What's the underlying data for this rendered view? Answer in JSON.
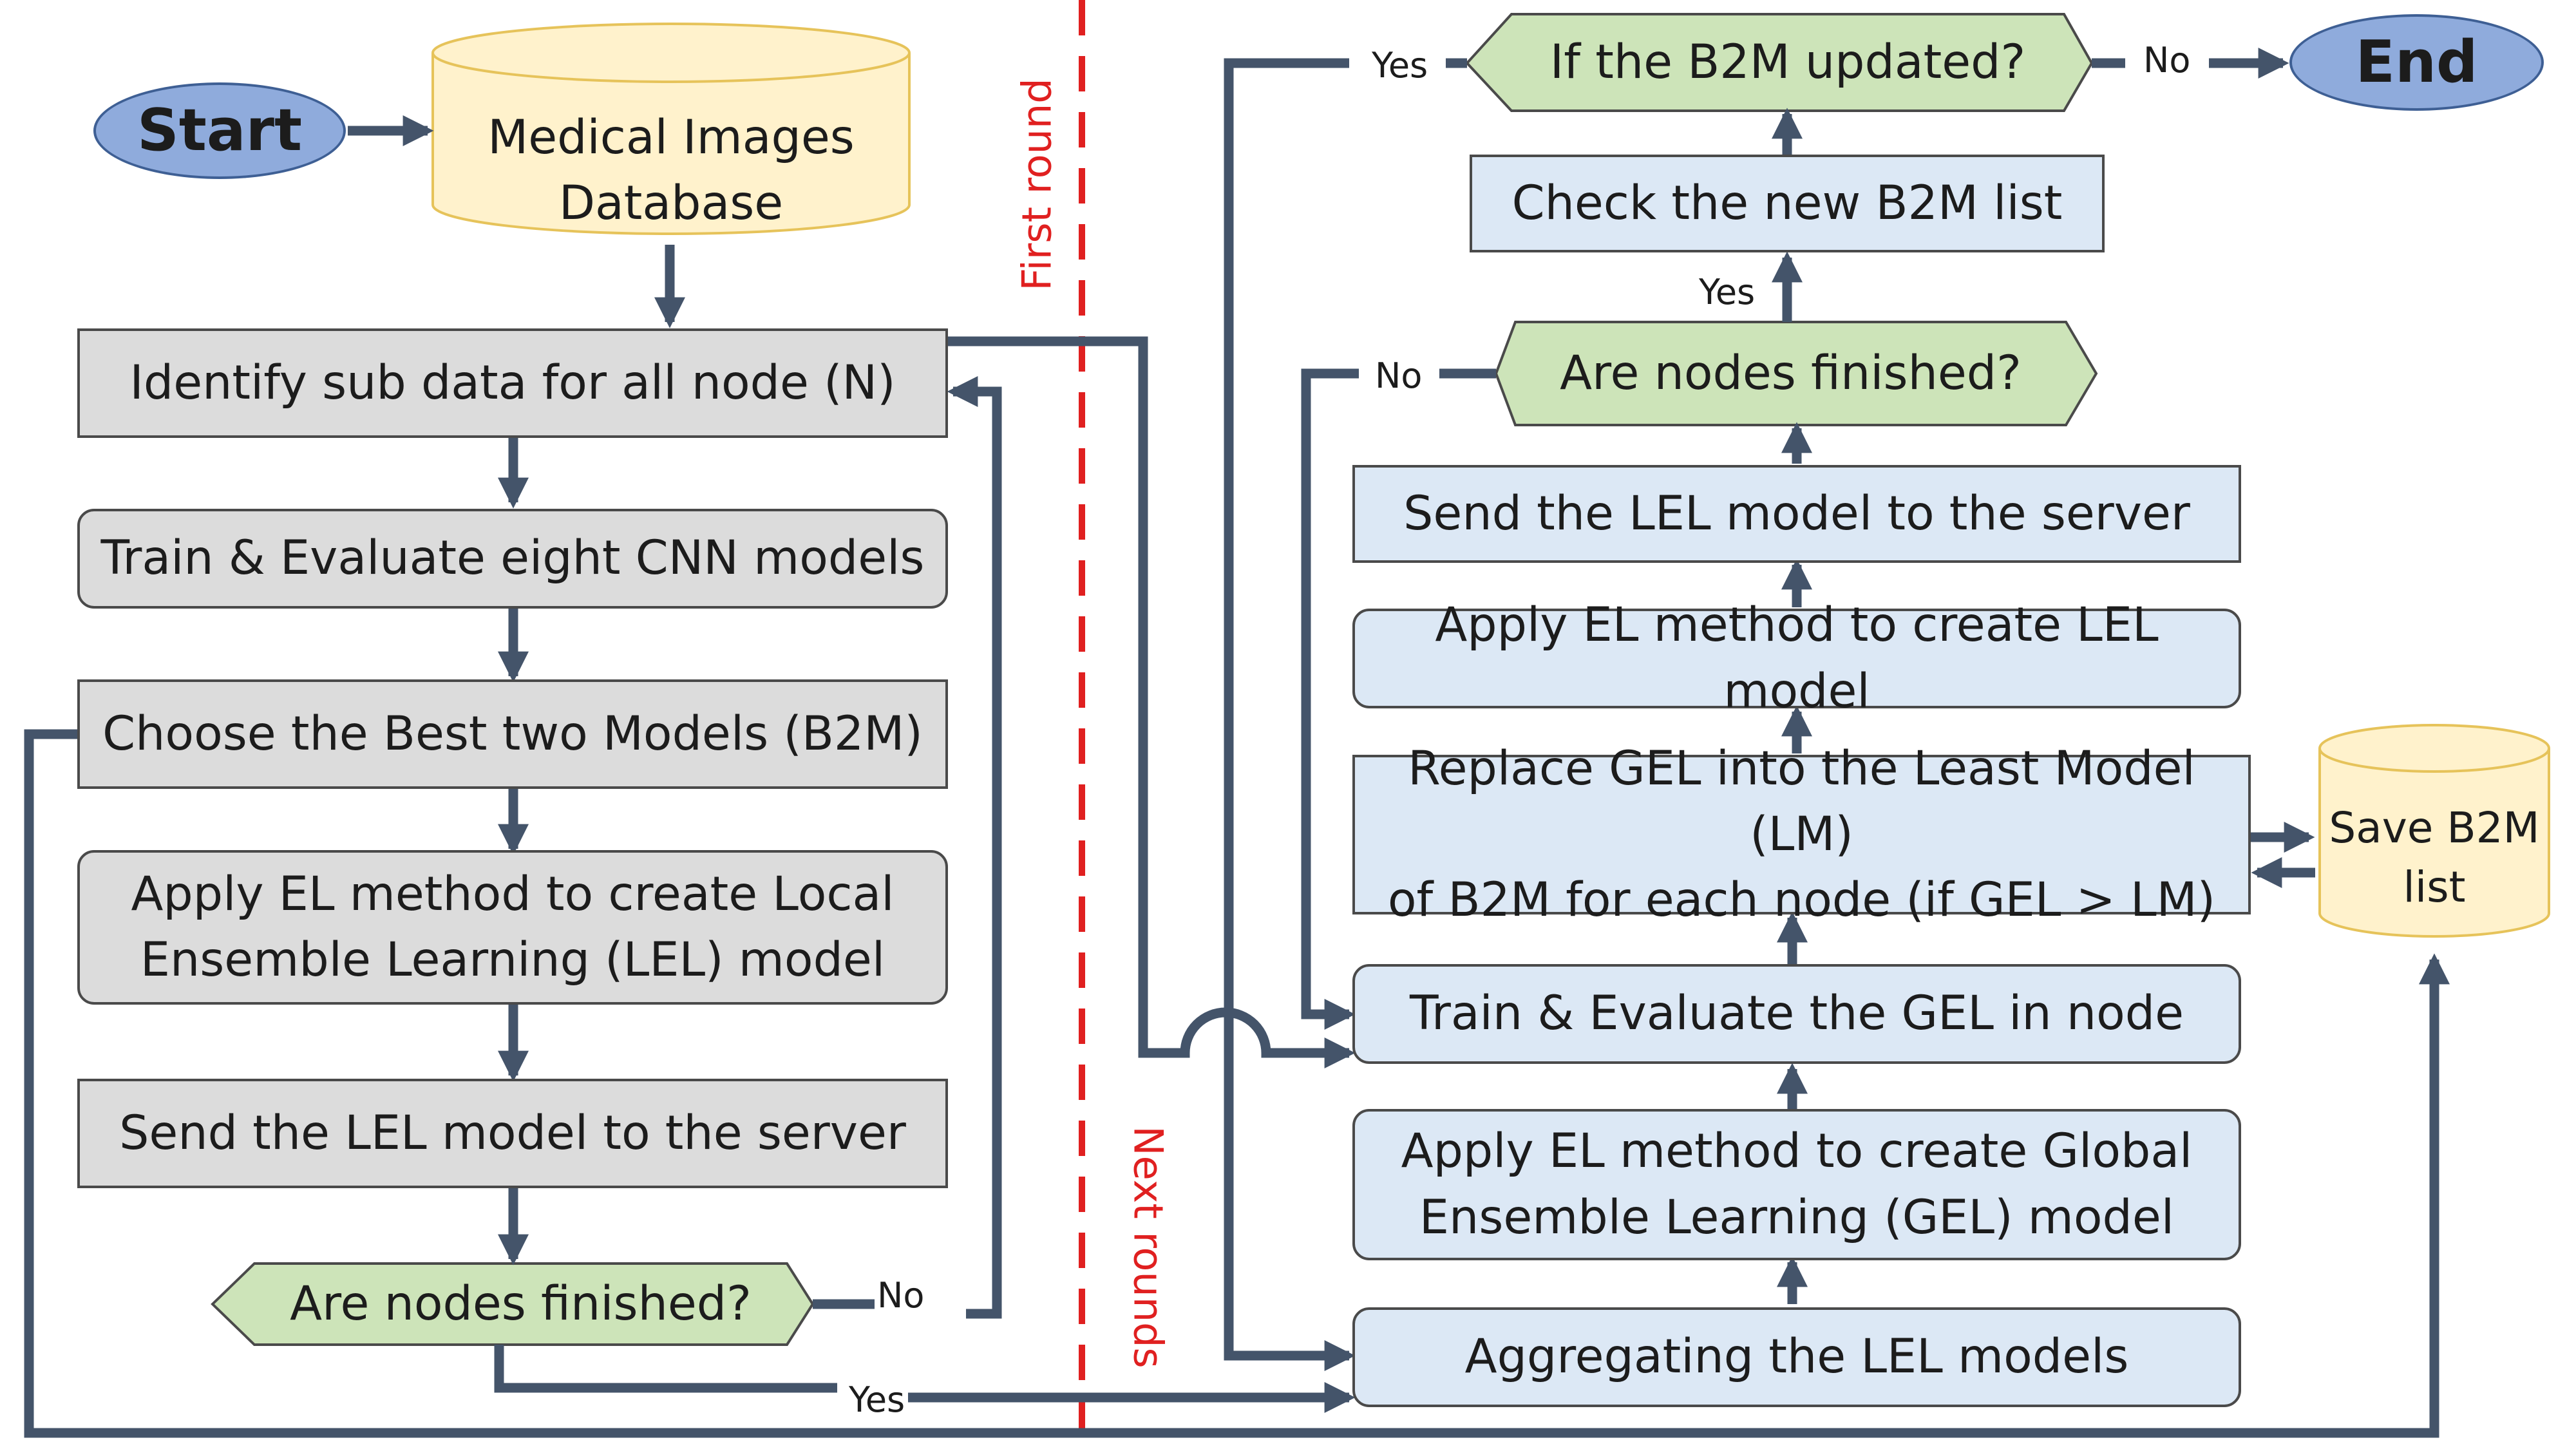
{
  "start": "Start",
  "end": "End",
  "database": {
    "line1": "Medical Images",
    "line2": "Database"
  },
  "save_list": {
    "line1": "Save B2M",
    "line2": "list"
  },
  "left_flow": {
    "identify": "Identify sub data for all node (N)",
    "train": "Train & Evaluate eight CNN  models",
    "choose": "Choose the Best two Models (B2M)",
    "apply_line1": "Apply EL method to create Local",
    "apply_line2": "Ensemble Learning (LEL) model",
    "send": "Send the LEL model to the server",
    "decision": "Are nodes finished?"
  },
  "right_flow": {
    "updated_decision": "If the B2M updated?",
    "check": "Check the new B2M list",
    "nodes_decision": "Are nodes finished?",
    "send": "Send the LEL model to the server",
    "apply_lel": "Apply EL method to create LEL model",
    "replace_line1": "Replace GEL into the Least Model (LM)",
    "replace_line2": "of B2M for each node (if GEL > LM)",
    "train_gel": "Train & Evaluate the GEL in node",
    "apply_gel_line1": "Apply EL method to create Global",
    "apply_gel_line2": "Ensemble Learning (GEL) model",
    "aggregate": "Aggregating the LEL models"
  },
  "edge_labels": {
    "left_no": "No",
    "left_yes": "Yes",
    "top_yes": "Yes",
    "top_no": "No",
    "check_yes": "Yes",
    "nodes_no": "No"
  },
  "divider": {
    "first_round": "First round",
    "next_rounds": "Next rounds"
  },
  "colors": {
    "connector": "#44546a",
    "divider": "#e02020",
    "process_gray": "#dcdcdc",
    "process_blue": "#dce8f5",
    "decision_green": "#cde4b9",
    "terminal_blue": "#8fabdc",
    "storage_yellow": "#fff2cc"
  }
}
